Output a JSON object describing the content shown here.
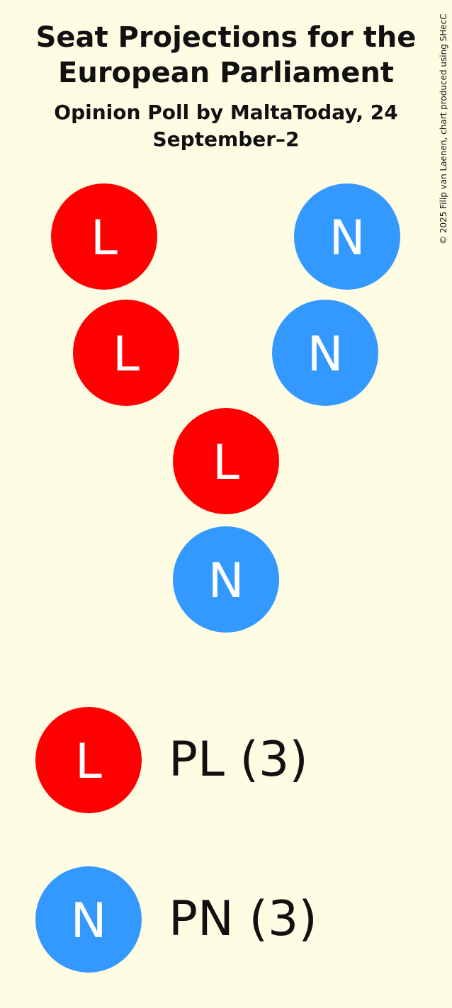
{
  "chart_data": {
    "type": "parliament-seats",
    "title": "Seat Projections for the European Parliament",
    "subtitle": "Opinion Poll by MaltaToday, 24 September–2",
    "copyright": "© 2025 Filip van Laenen, chart produced using SHecC",
    "parties": [
      {
        "name": "PL",
        "letter": "L",
        "seats": 3,
        "color": "#FF0000",
        "legend": "PL (3)"
      },
      {
        "name": "PN",
        "letter": "N",
        "seats": 3,
        "color": "#3399FF",
        "legend": "PN (3)"
      }
    ],
    "seat_order": [
      "PL",
      "PN",
      "PL",
      "PN",
      "PL",
      "PN"
    ]
  }
}
